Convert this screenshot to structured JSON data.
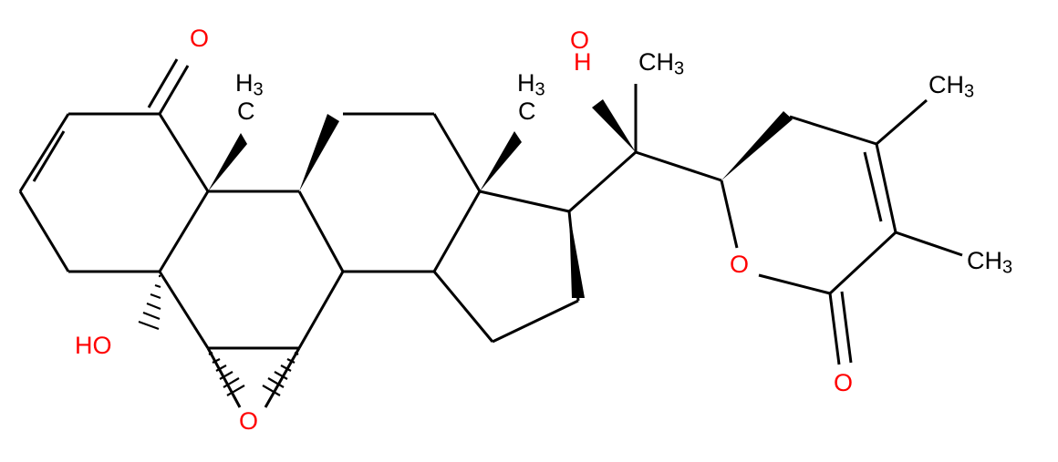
{
  "colors": {
    "bond": "#000000",
    "carbon_label": "#000000",
    "oxygen": "#ff0000"
  },
  "labels": {
    "ketone_oxygen": "O",
    "methyl_c10_main": "H",
    "methyl_c10_sub": "3",
    "methyl_c10_tail": "C",
    "methyl_c13_main": "H",
    "methyl_c13_sub": "3",
    "methyl_c13_tail": "C",
    "hydroxy_c20": "HO",
    "methyl_c21_main": "CH",
    "methyl_c21_sub": "3",
    "methyl_c24_main": "CH",
    "methyl_c24_sub": "3",
    "methyl_c25_main": "CH",
    "methyl_c25_sub": "3",
    "ring_oxygen": "O",
    "lactone_oxygen": "O",
    "hydroxy_c5": "HO",
    "epoxide_oxygen": "O"
  }
}
